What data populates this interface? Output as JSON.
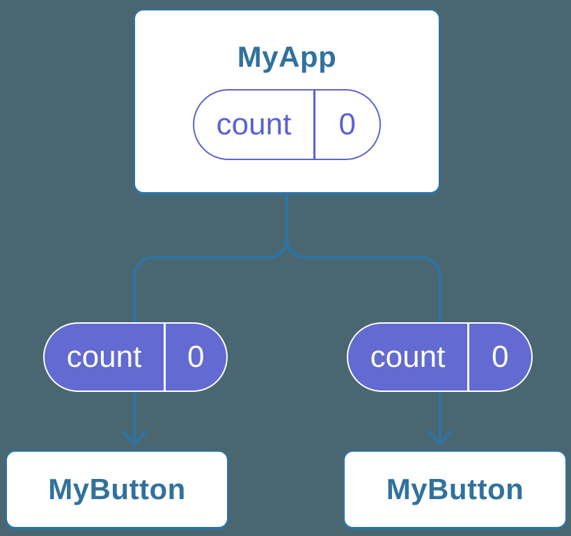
{
  "colors": {
    "background": "#4a6771",
    "connector_blue": "#2c74a6",
    "node_border_blue": "#2c74a6",
    "node_title_blue": "#31719e",
    "pill_fill_purple": "#636ad2",
    "pill_outline_purple": "#5a62d2",
    "white": "#ffffff"
  },
  "diagram": {
    "root_node": {
      "title": "MyApp",
      "state_pill": {
        "name": "count",
        "value": "0"
      }
    },
    "left_branch": {
      "prop_pill": {
        "name": "count",
        "value": "0"
      },
      "child_node": {
        "title": "MyButton"
      }
    },
    "right_branch": {
      "prop_pill": {
        "name": "count",
        "value": "0"
      },
      "child_node": {
        "title": "MyButton"
      }
    }
  }
}
